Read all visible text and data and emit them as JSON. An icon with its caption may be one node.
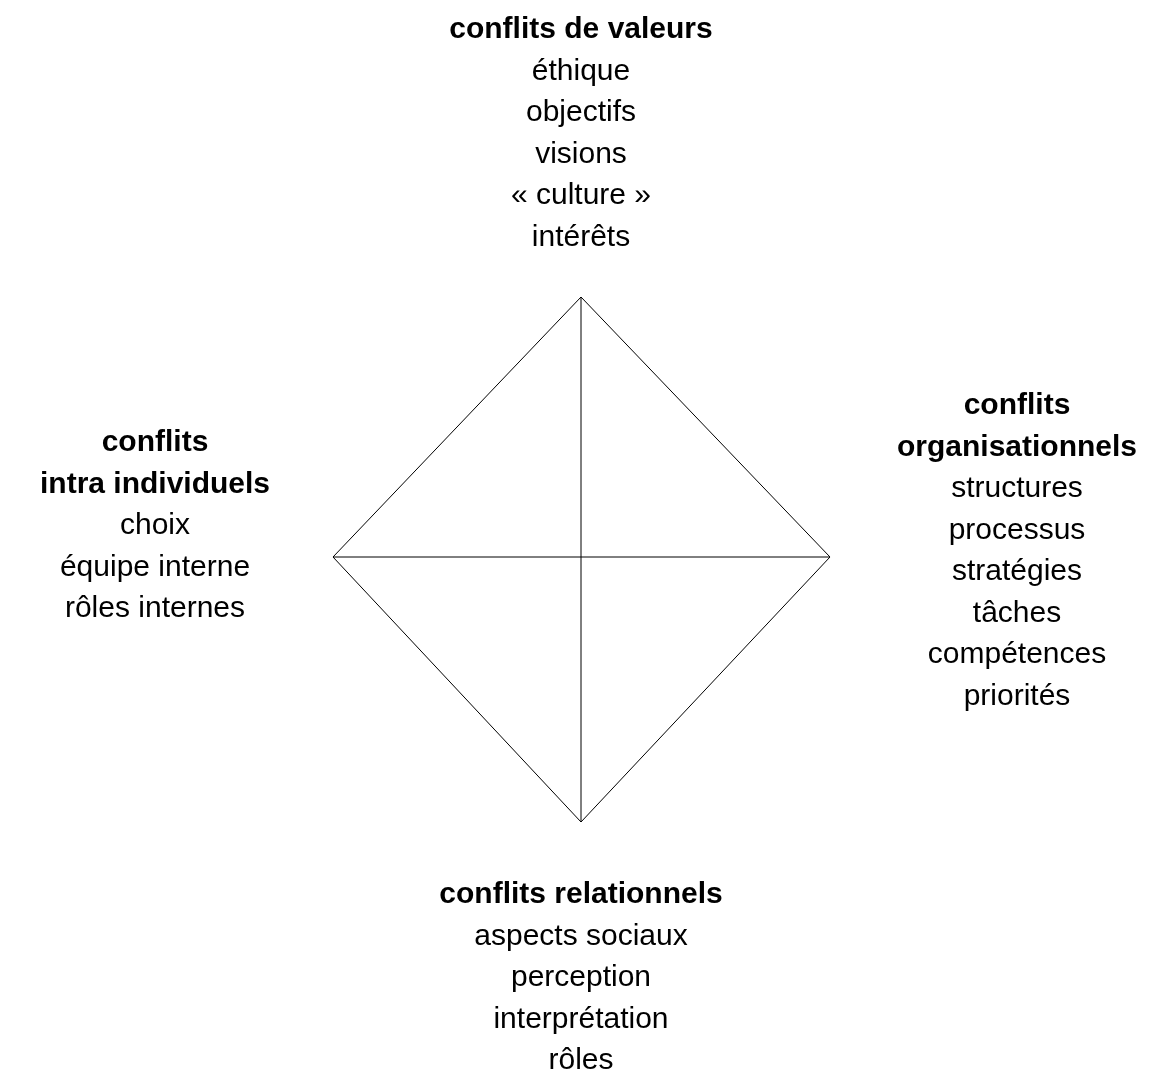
{
  "diagram": {
    "labels": [
      "conflits de valeurs",
      "éthique",
      "objectifs",
      "visions",
      "« culture »",
      "intérêts",
      "conflits intra individuels",
      "choix",
      "équipe interne",
      "rôles internes",
      "conflits organisationnels",
      "structures",
      "processus",
      "stratégies",
      "tâches",
      "compétences",
      "priorités",
      "conflits relationnels",
      "aspects sociaux",
      "perception",
      "interprétation",
      "rôles"
    ]
  }
}
